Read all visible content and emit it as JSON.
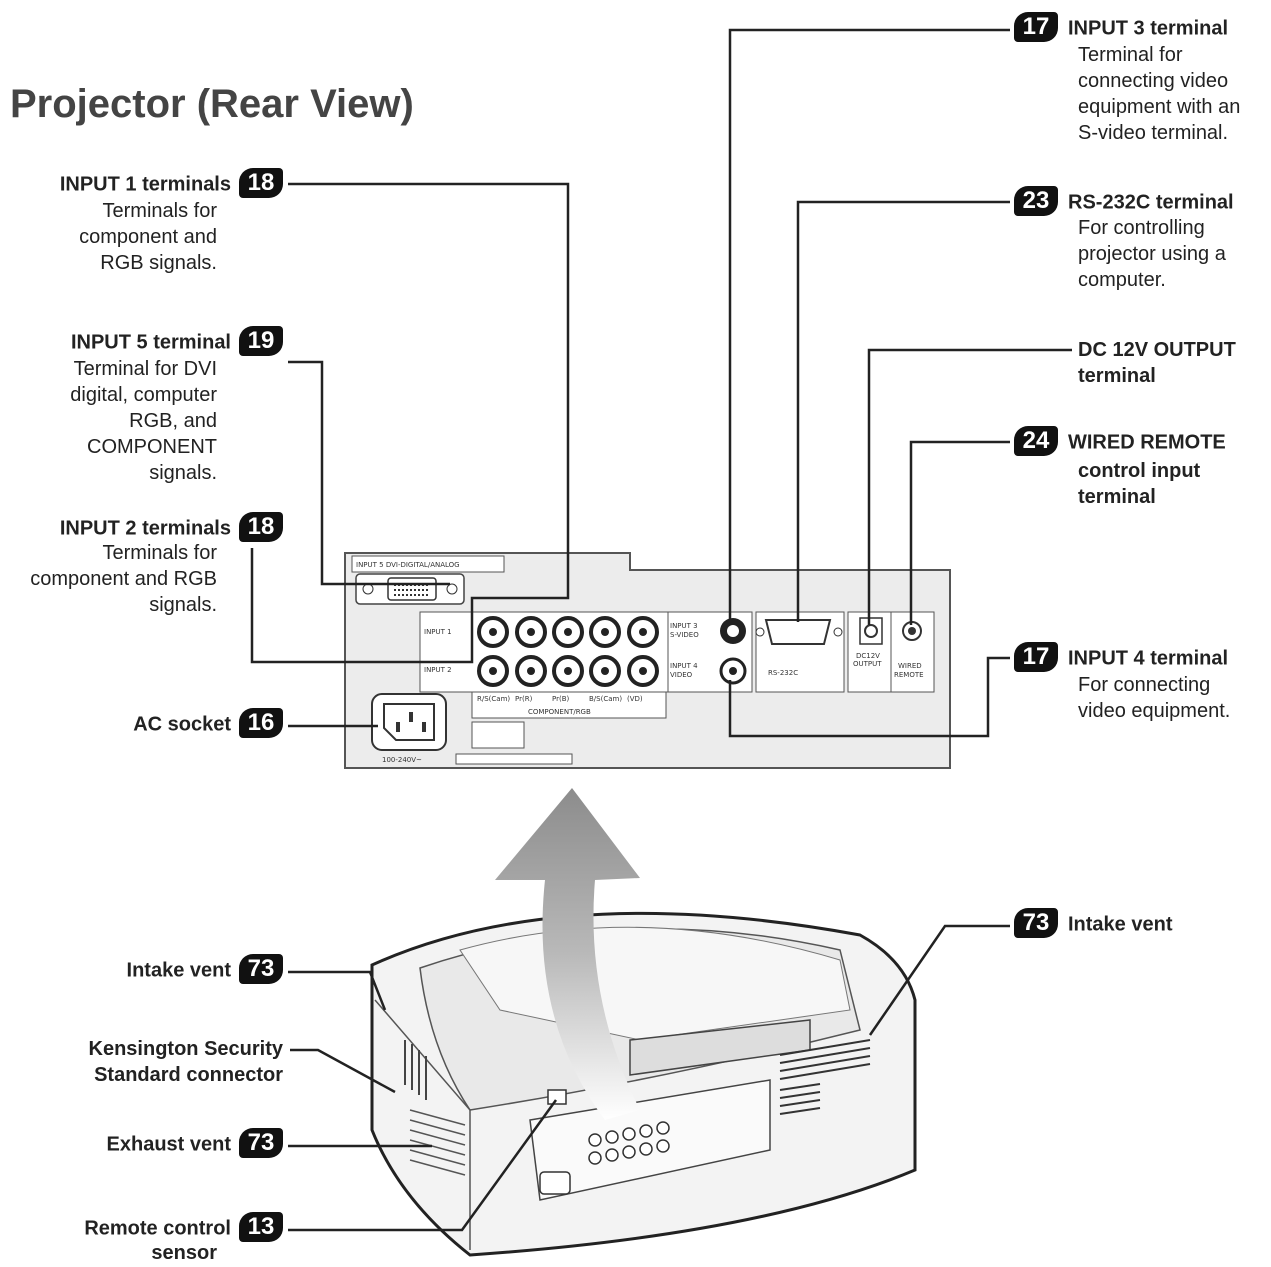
{
  "page_title": "Projector (Rear View)",
  "callouts": {
    "input1": {
      "badge": "18",
      "title": "INPUT 1 terminals",
      "desc": [
        "Terminals for",
        "component and",
        "RGB signals."
      ]
    },
    "input5": {
      "badge": "19",
      "title": "INPUT 5 terminal",
      "desc": [
        "Terminal for DVI",
        "digital, computer",
        "RGB, and",
        "COMPONENT",
        "signals."
      ]
    },
    "input2": {
      "badge": "18",
      "title": "INPUT 2 terminals",
      "desc": [
        "Terminals for",
        "component and RGB",
        "signals."
      ]
    },
    "ac": {
      "badge": "16",
      "title": "AC socket"
    },
    "input3": {
      "badge": "17",
      "title": "INPUT 3 terminal",
      "desc": [
        "Terminal for",
        "connecting video",
        "equipment with an",
        "S-video terminal."
      ]
    },
    "rs232": {
      "badge": "23",
      "title": "RS-232C terminal",
      "desc": [
        "For controlling",
        "projector using a",
        "computer."
      ]
    },
    "dc12": {
      "title": [
        "DC 12V OUTPUT",
        "terminal"
      ]
    },
    "wired": {
      "badge": "24",
      "title": [
        "WIRED REMOTE",
        "control input",
        "terminal"
      ]
    },
    "input4": {
      "badge": "17",
      "title": "INPUT 4 terminal",
      "desc": [
        "For connecting",
        "video equipment."
      ]
    },
    "intake_r": {
      "badge": "73",
      "title": "Intake vent"
    },
    "intake_l": {
      "badge": "73",
      "title": "Intake vent"
    },
    "kensington": {
      "title": [
        "Kensington Security",
        "Standard connector"
      ]
    },
    "exhaust": {
      "badge": "73",
      "title": "Exhaust vent"
    },
    "remote": {
      "badge": "13",
      "title": [
        "Remote control",
        "sensor"
      ]
    }
  },
  "panel": {
    "dvi_label": "INPUT 5 DVI-DIGITAL/ANALOG",
    "input1_label": "INPUT 1",
    "input2_label": "INPUT 2",
    "input3_label": [
      "INPUT 3",
      "S-VIDEO"
    ],
    "input4_label": [
      "INPUT 4",
      "VIDEO"
    ],
    "rs232_label": "RS-232C",
    "dc_label": [
      "DC12V",
      "OUTPUT"
    ],
    "wired_label": [
      "WIRED",
      "REMOTE"
    ],
    "col_labels": [
      "R/S(Cam)",
      "Pr(R)",
      "Pr(B)",
      "B/S(Cam)",
      "(VD)"
    ],
    "component_label": "COMPONENT/RGB",
    "voltage_label": "100-240V~"
  }
}
